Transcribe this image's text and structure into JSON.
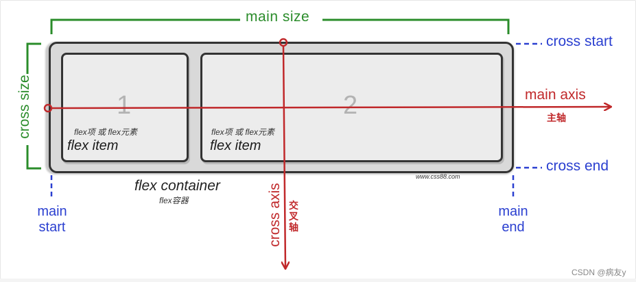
{
  "labels": {
    "main_size": "main size",
    "cross_size": "cross size",
    "cross_start": "cross start",
    "cross_end": "cross end",
    "main_axis": "main axis",
    "main_axis_cn": "主轴",
    "cross_axis": "cross axis",
    "cross_axis_cn": "交叉轴",
    "main_start_1": "main",
    "main_start_2": "start",
    "main_end_1": "main",
    "main_end_2": "end"
  },
  "container": {
    "label": "flex container",
    "label_cn": "flex容器"
  },
  "items": [
    {
      "number": "1",
      "label_cn": "flex项 或 flex元素",
      "label": "flex item"
    },
    {
      "number": "2",
      "label_cn": "flex项 或 flex元素",
      "label": "flex item"
    }
  ],
  "watermark": {
    "site": "www.css88.com",
    "csdn": "CSDN @病友y"
  },
  "colors": {
    "green": "#2a8c2a",
    "blue": "#2a3fd0",
    "red": "#c0282a"
  }
}
